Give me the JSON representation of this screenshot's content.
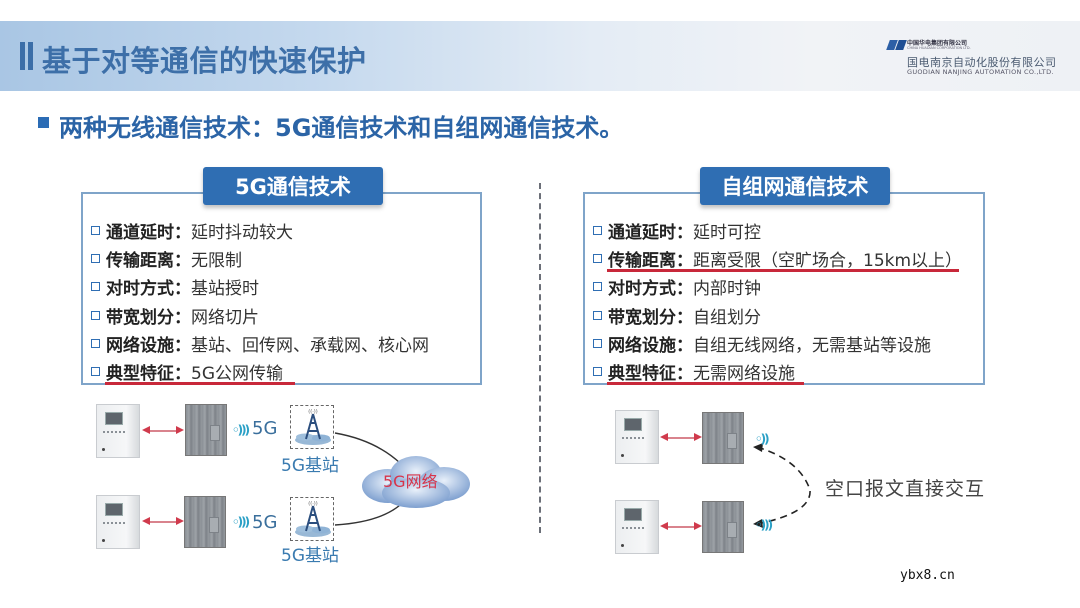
{
  "header": {
    "title": "基于对等通信的快速保护",
    "logo": {
      "group_cn": "中国华电集团有限公司",
      "group_en": "CHINA HUADIAN CORPORATION LTD.",
      "company_cn": "国电南京自动化股份有限公司",
      "company_en": "GUODIAN NANJING AUTOMATION CO.,LTD."
    }
  },
  "subtitle": "两种无线通信技术：5G通信技术和自组网通信技术。",
  "left_panel": {
    "title": "5G通信技术",
    "rows": [
      {
        "key": "通道延时：",
        "value": "延时抖动较大",
        "underlined": false
      },
      {
        "key": "传输距离：",
        "value": "无限制",
        "underlined": false
      },
      {
        "key": "对时方式：",
        "value": "基站授时",
        "underlined": false
      },
      {
        "key": "带宽划分：",
        "value": "网络切片",
        "underlined": false
      },
      {
        "key": "网络设施：",
        "value": "基站、回传网、承载网、核心网",
        "underlined": false
      },
      {
        "key": "典型特征：",
        "value": "5G公网传输",
        "underlined": true
      }
    ]
  },
  "right_panel": {
    "title": "自组网通信技术",
    "rows": [
      {
        "key": "通道延时：",
        "value": "延时可控",
        "underlined": false
      },
      {
        "key": "传输距离：",
        "value": "距离受限（空旷场合，15km以上）",
        "underlined": true
      },
      {
        "key": "对时方式：",
        "value": "内部时钟",
        "underlined": false
      },
      {
        "key": "带宽划分：",
        "value": "自组划分",
        "underlined": false
      },
      {
        "key": "网络设施：",
        "value": "自组无线网络，无需基站等设施",
        "underlined": false
      },
      {
        "key": "典型特征：",
        "value": "无需网络设施",
        "underlined": true
      }
    ]
  },
  "diagram_5g": {
    "signal_label": "5G",
    "station_label": "5G基站",
    "network_label": "5G网络"
  },
  "diagram_adhoc": {
    "interaction_label": "空口报文直接交互"
  },
  "colors": {
    "accent_blue": "#2f6eb3",
    "title_blue": "#3d6fa8",
    "underline_red": "#c8283a",
    "panel_border": "#7fa4c9"
  },
  "watermark": "ybx8.cn"
}
